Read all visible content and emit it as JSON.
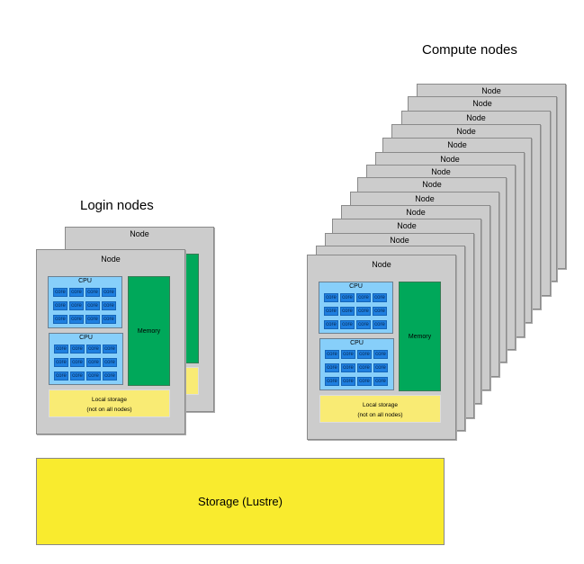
{
  "login_title": "Login nodes",
  "compute_title": "Compute nodes",
  "node_label": "Node",
  "cpu_label": "CPU",
  "core_label": "core",
  "memory_label": "Memory",
  "local_storage_label": "Local storage",
  "local_storage_note": "(not on all nodes)",
  "storage_label": "Storage (Lustre)",
  "login_node_count": 2,
  "compute_node_count": 14,
  "colors": {
    "node": "#cccccc",
    "cpu": "#87cffa",
    "core": "#1e7fe0",
    "memory": "#00a85a",
    "local_storage": "#f9eb74",
    "storage": "#f9eb2e"
  }
}
